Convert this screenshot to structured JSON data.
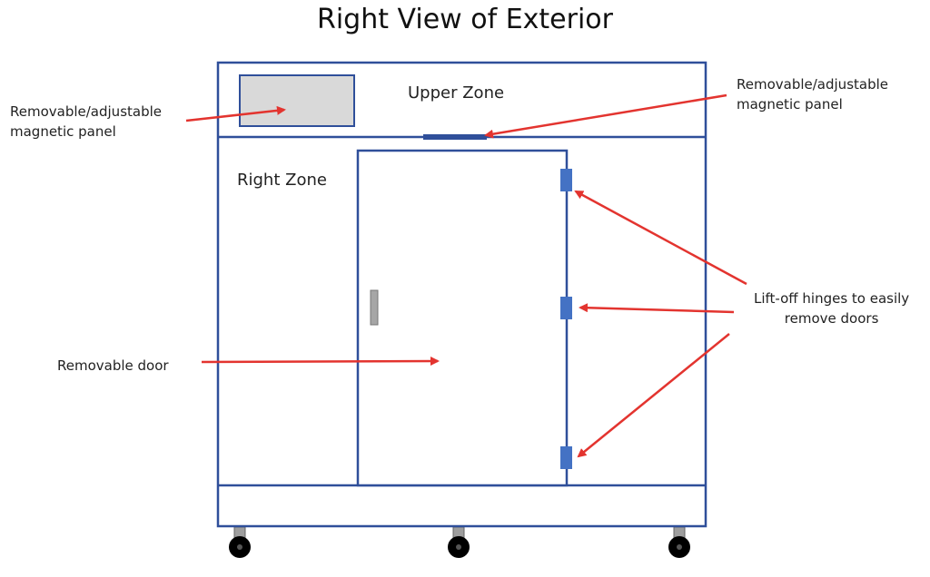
{
  "title": "Right View of Exterior",
  "zones": {
    "upper": "Upper Zone",
    "right": "Right Zone"
  },
  "callouts": {
    "panel_left": [
      "Removable/adjustable",
      "magnetic panel"
    ],
    "panel_right": [
      "Removable/adjustable",
      "magnetic panel"
    ],
    "door": "Removable door",
    "hinges": [
      "Lift-off hinges to easily",
      "remove doors"
    ]
  },
  "colors": {
    "outline": "#2f4f9a",
    "hinge": "#4472c4",
    "arrow": "#e3342f",
    "panel_fill": "#d9d9d9",
    "handle": "#a6a6a6",
    "wheel": "#000000",
    "caster": "#9e9e9e"
  }
}
